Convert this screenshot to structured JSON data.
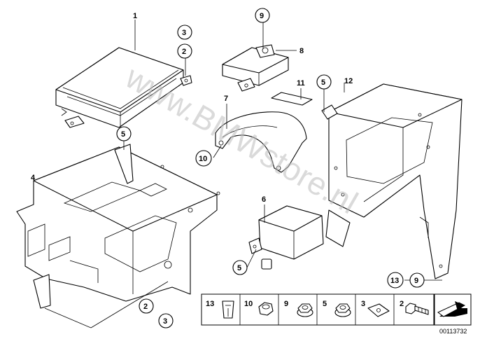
{
  "watermark": "www.BMWstore.nl",
  "callouts": {
    "c1": "1",
    "c3a": "3",
    "c2a": "2",
    "c9a": "9",
    "c8": "8",
    "c11": "11",
    "c5a": "5",
    "c12": "12",
    "c7": "7",
    "c10": "10",
    "c5b": "5",
    "c4": "4",
    "c6": "6",
    "c5c": "5",
    "c13": "13",
    "c9b": "9",
    "c2b": "2",
    "c3b": "3"
  },
  "hardware_legend": [
    {
      "number": "13",
      "icon": "clip-nut-icon"
    },
    {
      "number": "10",
      "icon": "hex-nut-icon"
    },
    {
      "number": "9",
      "icon": "flange-nut-icon"
    },
    {
      "number": "5",
      "icon": "flange-nut-icon"
    },
    {
      "number": "3",
      "icon": "spring-nut-icon"
    },
    {
      "number": "2",
      "icon": "hex-bolt-icon"
    }
  ],
  "direction_icon": "arrow-icon",
  "reference_number": "00113732"
}
